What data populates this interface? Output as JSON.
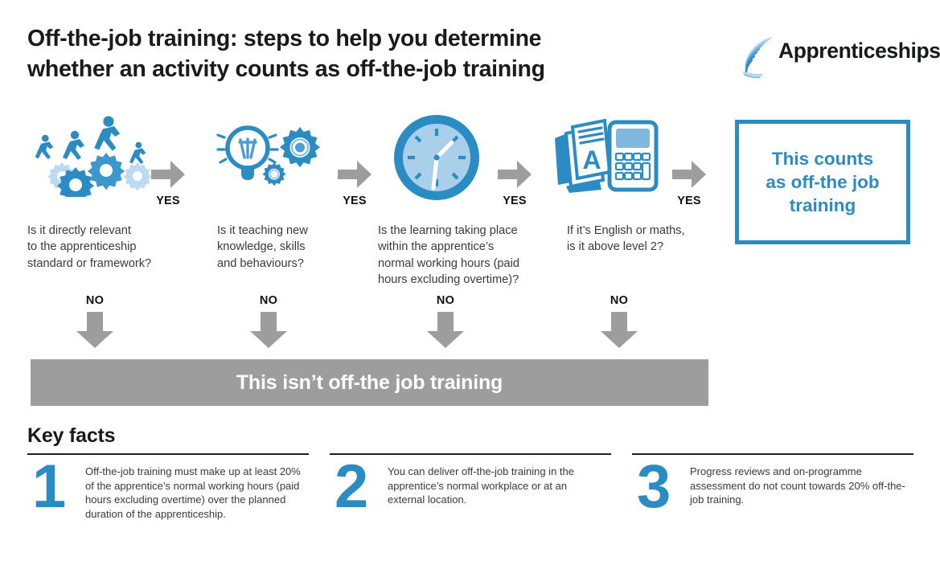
{
  "header": {
    "title": "Off-the-job training: steps to help you determine\nwhether an activity counts as off-the-job training",
    "brand_name": "Apprenticeships",
    "brand_mark_icon": "apprenticeships-swoosh-icon"
  },
  "colors": {
    "brand_blue": "#2b8cc4",
    "icon_blue_dark": "#2080c0",
    "icon_blue_light": "#9ac4e8",
    "gray_arrow": "#9d9d9d",
    "gray_banner": "#9d9d9d",
    "text": "#3a3a3a",
    "heading": "#1a1a1a"
  },
  "flow": {
    "yes_label": "YES",
    "no_label": "NO",
    "arrow_right_icon": "arrow-right-icon",
    "arrow_down_icon": "arrow-down-icon",
    "steps": [
      {
        "icon": "people-and-gears-icon",
        "question": "Is it directly relevant\nto the apprenticeship\nstandard or framework?"
      },
      {
        "icon": "lightbulb-and-gears-icon",
        "question": "Is it teaching new\nknowledge, skills\nand behaviours?"
      },
      {
        "icon": "clock-icon",
        "question": "Is the learning taking place\nwithin the apprentice’s\nnormal working hours (paid\nhours excluding overtime)?"
      },
      {
        "icon": "books-and-calculator-icon",
        "question": "If it’s English or maths,\nis it above level 2?"
      }
    ],
    "result_yes": "This counts\nas off-the job\ntraining",
    "result_no": "This isn’t off-the job training"
  },
  "key_facts": {
    "title": "Key facts",
    "items": [
      {
        "number": "1",
        "text": "Off-the-job training must make up at least 20% of the apprentice’s normal working hours (paid hours excluding overtime) over the planned duration of the apprenticeship."
      },
      {
        "number": "2",
        "text": "You can deliver off-the-job training in the apprentice’s normal workplace or at an external location."
      },
      {
        "number": "3",
        "text": "Progress reviews and on-programme assessment do not count towards 20% off-the-job training."
      }
    ]
  }
}
